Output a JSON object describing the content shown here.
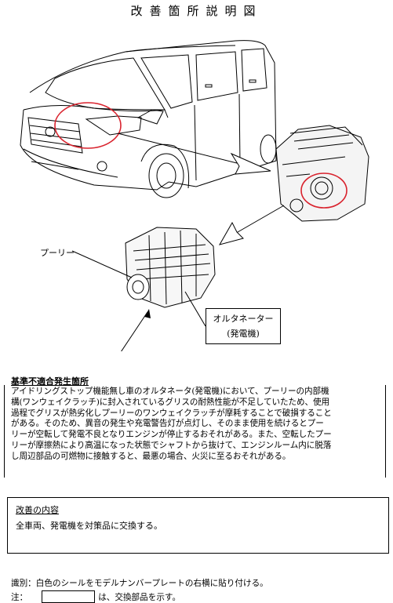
{
  "title": "改善箇所説明図",
  "labels": {
    "pulley": "プーリー",
    "alternator": "オルタネーター",
    "generator": "(発電機)"
  },
  "defect": {
    "heading": "基準不適合発生箇所",
    "lines": [
      "アイドリングストップ機能無し車のオルタネータ(発電機)において、プーリーの内部機",
      "構(ワンウェイクラッチ)に封入されているグリスの耐熱性能が不足していたため、使用",
      "過程でグリスが熱劣化しプーリーのワンウェイクラッチが摩耗することで破損すること",
      "がある。そのため、異音の発生や充電警告灯が点灯し、そのまま使用を続けるとプー",
      "リーが空転して発電不良となりエンジンが停止するおそれがある。また、空転したプー",
      "リーが摩擦熱により高温になった状態でシャフトから抜けて、エンジンルーム内に脱落",
      "し周辺部品の可燃物に接触すると、最悪の場合、火災に至るおそれがある。"
    ]
  },
  "improvement": {
    "heading": "改善の内容",
    "body": "全車両、発電機を対策品に交換する。"
  },
  "footer": {
    "identification": "識別：白色のシールをモデルナンバープレートの右横に貼り付ける。",
    "note_prefix": "注：",
    "note_suffix": "は、交換部品を示す。"
  },
  "colors": {
    "highlight_circle": "#d9232e"
  }
}
